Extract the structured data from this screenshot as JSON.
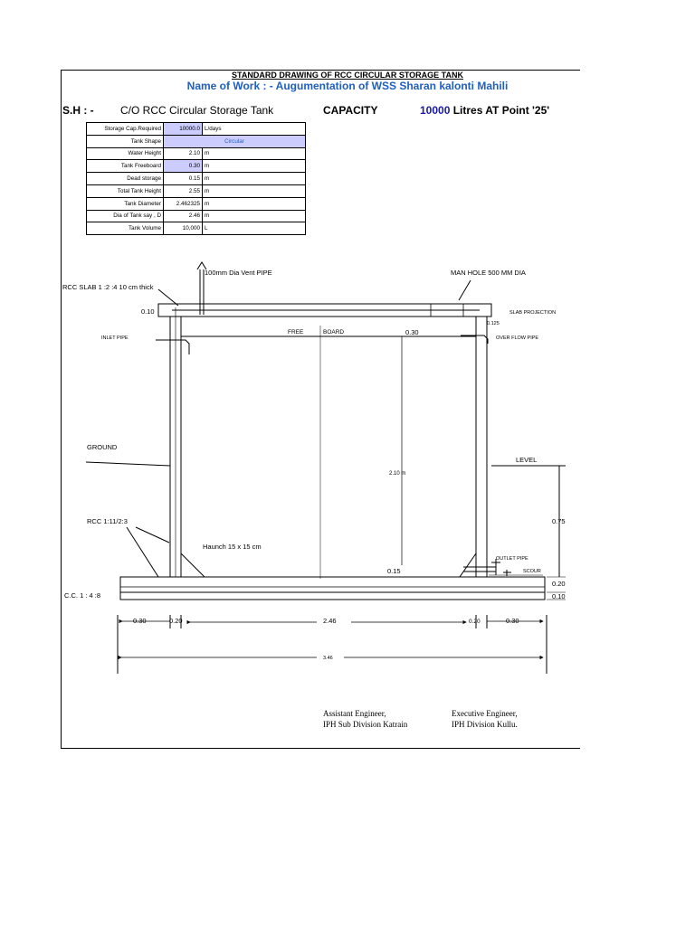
{
  "header": {
    "title": "STANDARD DRAWING OF RCC CIRCULAR STORAGE TANK",
    "name_of_work": "Name of Work  : - Augumentation of WSS Sharan kalonti Mahili",
    "sh_label": "S.H  : -",
    "sh_value": "C/O RCC Circular Storage Tank",
    "capacity_label": "CAPACITY",
    "capacity_value": "10000",
    "capacity_suffix": "Litres AT Point '25'"
  },
  "spec_table": [
    {
      "label": "Storage Cap.Required",
      "value": "10000.0",
      "unit": "L/days"
    },
    {
      "label": "Tank Shape",
      "value": "Circular",
      "unit": ""
    },
    {
      "label": "Water Height",
      "value": "2.10",
      "unit": "m"
    },
    {
      "label": "Tank Freeboard",
      "value": "0.30",
      "unit": "m"
    },
    {
      "label": "Dead storage",
      "value": "0.15",
      "unit": "m"
    },
    {
      "label": "Total Tank Height",
      "value": "2.55",
      "unit": "m"
    },
    {
      "label": "Tank Diameter",
      "value": "2.462325",
      "unit": "m"
    },
    {
      "label": "Dia of Tank say , D",
      "value": "2.46",
      "unit": "m"
    },
    {
      "label": "Tank Volume",
      "value": "10,000",
      "unit": "L"
    }
  ],
  "drawing": {
    "vent_pipe": "100mm Dia Vent PIPE",
    "man_hole": "MAN HOLE 500 MM DIA",
    "rcc_slab": "RCC SLAB 1 :2 :4 10 cm thick",
    "slab_thk": "0.10",
    "slab_projection": "SLAB PROJECTION",
    "projection_val": "0.125",
    "inlet_pipe": "INLET PIPE",
    "free": "FREE",
    "board": "BOARD",
    "freeboard_val": "0.30",
    "overflow_pipe": "OVER FLOW PIPE",
    "ground": "GROUND",
    "level": "LEVEL",
    "water_height": "2.10 m",
    "rcc_mix": "RCC 1:11/2:3",
    "depth_val": "0.75",
    "haunch": "Haunch 15 x 15 cm",
    "outlet_pipe": "OUTLET PIPE",
    "scour": "SCOUR",
    "dead_val": "0.15",
    "base_thk": "0.20",
    "cc_mix": "C.C. 1 : 4 :8",
    "cc_thk": "0.10",
    "dim_left_offset": "0.30",
    "dim_left_wall": "0.20",
    "dim_inner": "2.46",
    "dim_right_wall": "0.20",
    "dim_right_offset": "0.30",
    "dim_total": "3.46"
  },
  "signatures": [
    {
      "line1": "Assistant Engineer,",
      "line2": "IPH Sub Division Katrain"
    },
    {
      "line1": "Executive Engineer,",
      "line2": "IPH Division Kullu."
    }
  ],
  "colors": {
    "blue_text": "#1f5fbf",
    "capacity_blue": "#1a1aa8",
    "table_highlight": "#ccccff"
  }
}
